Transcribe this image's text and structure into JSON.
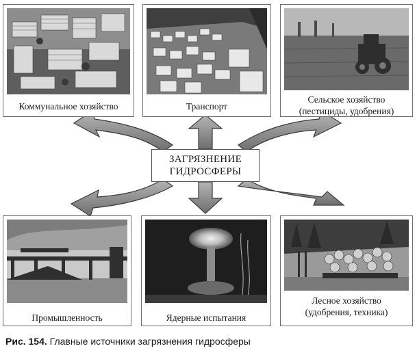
{
  "center": {
    "text": "ЗАГРЯЗНЕНИЕ\nГИДРОСФЕРЫ"
  },
  "sources_top": [
    {
      "label": "Коммунальное хозяйство",
      "photo": "city-buildings"
    },
    {
      "label": "Транспорт",
      "photo": "traffic-jam"
    },
    {
      "label": "Сельское хозяйство\n(пестициды, удобрения)",
      "photo": "tractor-field"
    }
  ],
  "sources_bottom": [
    {
      "label": "Промышленность",
      "photo": "industrial-plant"
    },
    {
      "label": "Ядерные испытания",
      "photo": "nuclear-explosion"
    },
    {
      "label": "Лесное хозяйство\n(удобрения, техника)",
      "photo": "timber-logging"
    }
  ],
  "figure": {
    "number": "Рис. 154.",
    "caption": "Главные источники загрязнения гидросферы"
  },
  "colors": {
    "arrow_fill": "#8a8a8a",
    "arrow_stroke": "#3a3a3a",
    "border": "#6f6f6f"
  }
}
